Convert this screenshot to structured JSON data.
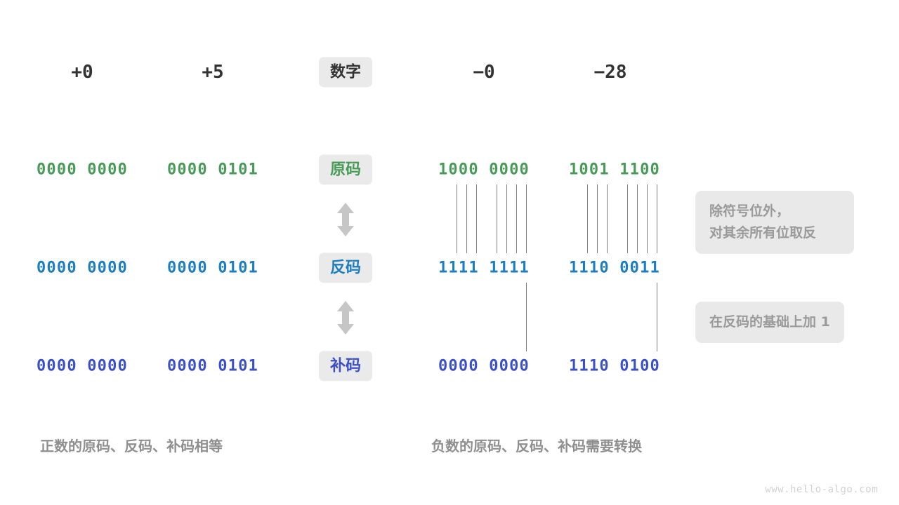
{
  "colors": {
    "green": "#479b57",
    "blue": "#1b7dc2",
    "indigo": "#3b50c6",
    "badge_bg": "#eaeaea",
    "note_bg": "#e9e9e9",
    "note_text": "#9a9a9a",
    "line": "#7e7e7e",
    "caption": "#8f8f8f",
    "heading": "#333333",
    "background": "#ffffff"
  },
  "header": {
    "row_label": "数字",
    "columns": [
      {
        "value": "+0"
      },
      {
        "value": "+5"
      },
      {
        "value": "−0"
      },
      {
        "value": "−28"
      }
    ]
  },
  "rows": [
    {
      "label": "原码",
      "color_key": "green",
      "values": [
        "0000 0000",
        "0000 0101",
        "1000 0000",
        "1001 1100"
      ]
    },
    {
      "label": "反码",
      "color_key": "blue",
      "values": [
        "0000 0000",
        "0000 0101",
        "1111 1111",
        "1110 0011"
      ]
    },
    {
      "label": "补码",
      "color_key": "indigo",
      "values": [
        "0000 0000",
        "0000 0101",
        "0000 0000",
        "1110 0100"
      ]
    }
  ],
  "notes": [
    {
      "text": "除符号位外，\n对其余所有位取反"
    },
    {
      "text": "在反码的基础上加 1"
    }
  ],
  "captions": [
    {
      "text": "正数的原码、反码、补码相等"
    },
    {
      "text": "负数的原码、反码、补码需要转换"
    }
  ],
  "watermark": "www.hello-algo.com"
}
